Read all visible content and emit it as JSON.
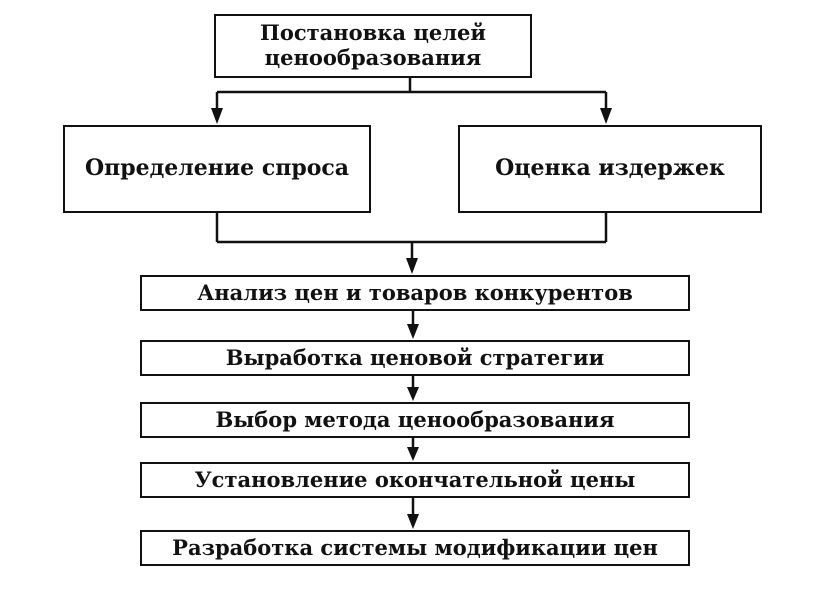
{
  "diagram": {
    "top_box": "Постановка целей ценообразования",
    "top_box_lines": [
      "Постановка целей",
      "ценообразования"
    ],
    "left_box": "Определение спроса",
    "right_box": "Оценка издержек",
    "steps": [
      "Анализ цен и товаров конкурентов",
      "Выработка ценовой стратегии",
      "Выбор метода ценообразования",
      "Установление окончательной цены",
      "Разработка системы модификации цен"
    ]
  }
}
